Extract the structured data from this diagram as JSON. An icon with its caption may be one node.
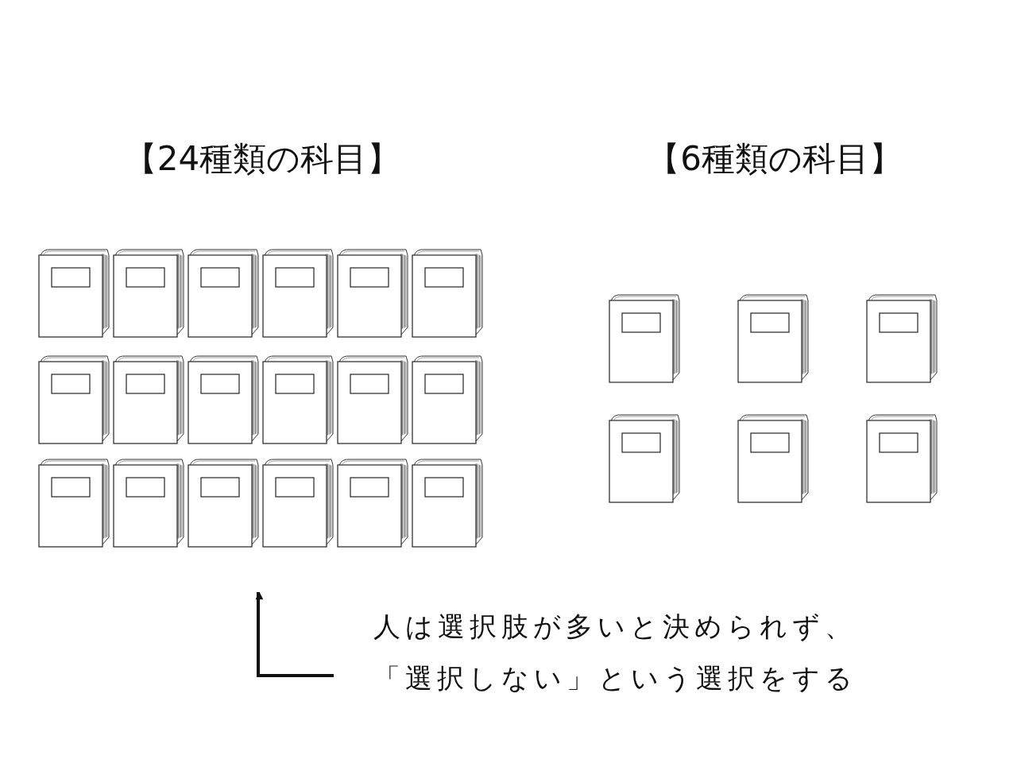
{
  "diagram": {
    "nodes": [
      {
        "text": [
          "【24種類の科目】"
        ]
      },
      {
        "text": [
          "【6種類の科目】"
        ]
      },
      {
        "text": [
          "人は選択肢が多いと決められず、「選択しない」という選択をする"
        ]
      }
    ],
    "edges": [
      {
        "from": 2,
        "to": 0,
        "arrow": "to"
      }
    ]
  }
}
